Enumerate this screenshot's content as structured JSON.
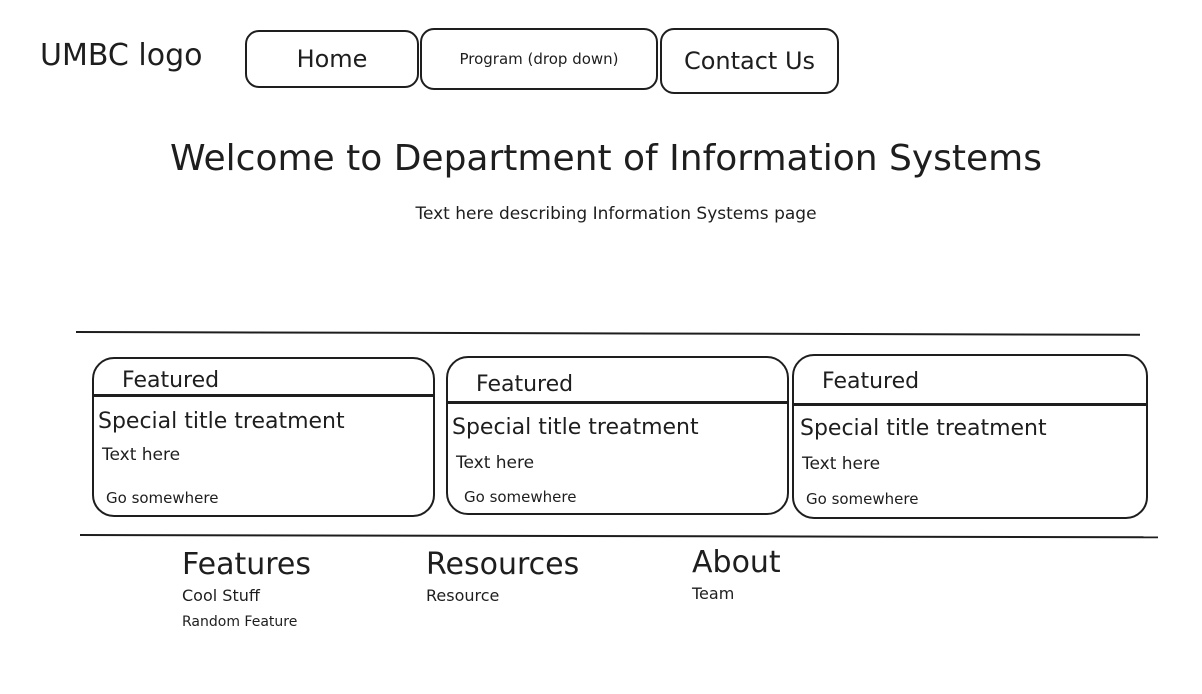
{
  "header": {
    "logo_text": "UMBC logo",
    "nav": {
      "home": "Home",
      "program": "Program (drop down)",
      "contact": "Contact Us"
    }
  },
  "hero": {
    "title": "Welcome to Department of Information Systems",
    "description": "Text here describing Information Systems page"
  },
  "cards": [
    {
      "header": "Featured",
      "title": "Special title treatment",
      "text": "Text here",
      "link": "Go somewhere"
    },
    {
      "header": "Featured",
      "title": "Special title treatment",
      "text": "Text here",
      "link": "Go somewhere"
    },
    {
      "header": "Featured",
      "title": "Special title treatment",
      "text": "Text here",
      "link": "Go somewhere"
    }
  ],
  "footer": {
    "features": {
      "heading": "Features",
      "links": [
        "Cool Stuff",
        "Random Feature"
      ]
    },
    "resources": {
      "heading": "Resources",
      "links": [
        "Resource"
      ]
    },
    "about": {
      "heading": "About",
      "links": [
        "Team"
      ]
    }
  }
}
